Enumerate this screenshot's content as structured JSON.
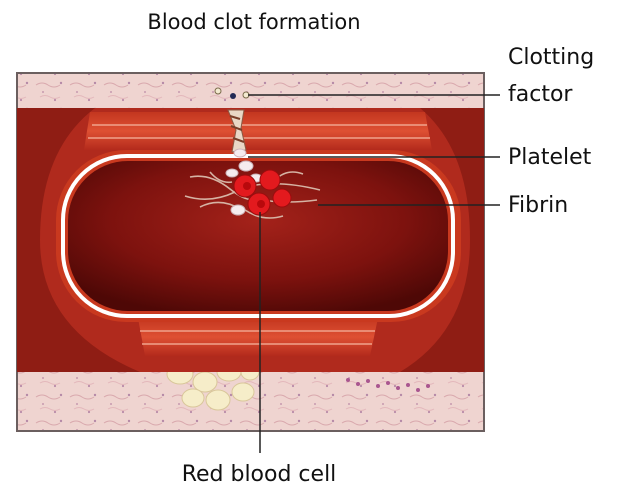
{
  "title": "Blood clot formation",
  "labels": {
    "clotting_factor_line1": "Clotting",
    "clotting_factor_line2": "factor",
    "platelet": "Platelet",
    "fibrin": "Fibrin",
    "red_blood_cell": "Red blood cell"
  },
  "colors": {
    "tissue": "#efd3cf",
    "vessel_outer": "#b52b1f",
    "vessel_mid": "#d8452f",
    "vessel_inner": "#c1321f",
    "lumen": "#7a0f0c",
    "endothelium": "#ffffff",
    "red_cell": "#e0181c",
    "platelet": "#f4e9ea",
    "fibrin": "#c9a79a"
  }
}
